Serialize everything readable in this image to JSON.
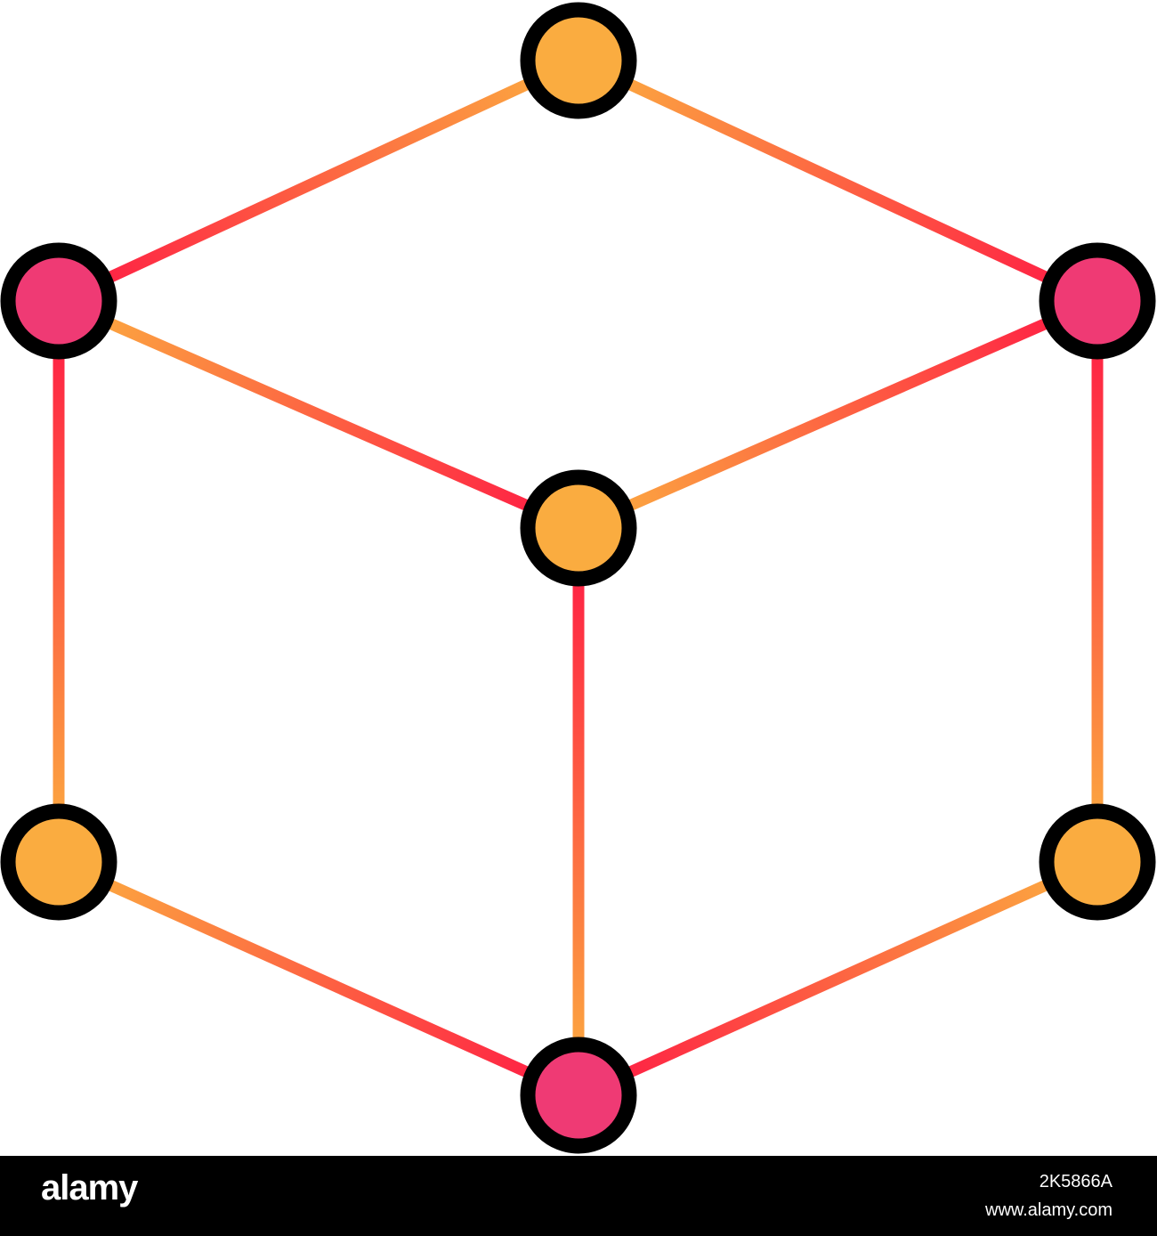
{
  "figure": {
    "subject": "cube-network-icon",
    "colors": {
      "node_orange": "#FAAC40",
      "node_pink": "#EF3A74",
      "node_outline": "#000000",
      "edge_orange": "#FBB040",
      "edge_red": "#FF1744"
    },
    "nodes": [
      {
        "id": "top",
        "color": "orange"
      },
      {
        "id": "upper-left",
        "color": "pink"
      },
      {
        "id": "upper-right",
        "color": "pink"
      },
      {
        "id": "center",
        "color": "orange"
      },
      {
        "id": "lower-left",
        "color": "orange"
      },
      {
        "id": "lower-right",
        "color": "orange"
      },
      {
        "id": "bottom",
        "color": "pink"
      }
    ],
    "edges": [
      [
        "top",
        "upper-left"
      ],
      [
        "top",
        "upper-right"
      ],
      [
        "upper-left",
        "center"
      ],
      [
        "upper-right",
        "center"
      ],
      [
        "upper-left",
        "lower-left"
      ],
      [
        "upper-right",
        "lower-right"
      ],
      [
        "center",
        "bottom"
      ],
      [
        "lower-left",
        "bottom"
      ],
      [
        "lower-right",
        "bottom"
      ]
    ]
  },
  "footer": {
    "brand": "alamy",
    "image_id": "2K5866A",
    "site": "www.alamy.com",
    "background": "#000000"
  }
}
